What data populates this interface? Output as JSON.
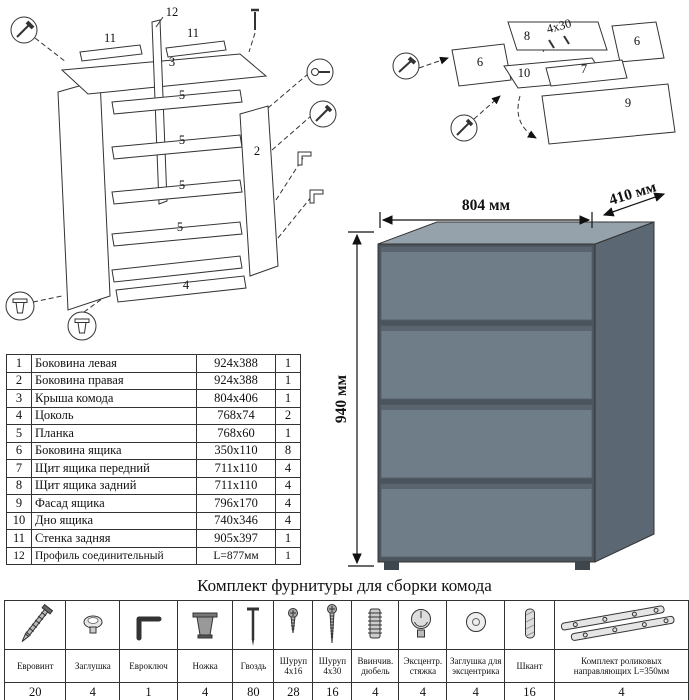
{
  "dimensions": {
    "width": "804 мм",
    "depth": "410 мм",
    "height": "940 мм"
  },
  "cabinet_diagram": {
    "labels": {
      "p12": "12",
      "p11a": "11",
      "p11b": "11",
      "p3": "3",
      "p5a": "5",
      "p5b": "5",
      "p5c": "5",
      "p5d": "5",
      "p2": "2",
      "p4": "4"
    }
  },
  "drawer_diagram": {
    "labels": {
      "p8": "8",
      "screw": "4x30",
      "p6a": "6",
      "p6b": "6",
      "p10": "10",
      "p7": "7",
      "p9": "9"
    }
  },
  "parts_table": {
    "rows": [
      {
        "num": "1",
        "name": "Боковина левая",
        "size": "924x388",
        "qty": "1"
      },
      {
        "num": "2",
        "name": "Боковина правая",
        "size": "924x388",
        "qty": "1"
      },
      {
        "num": "3",
        "name": "Крыша комода",
        "size": "804x406",
        "qty": "1"
      },
      {
        "num": "4",
        "name": "Цоколь",
        "size": "768x74",
        "qty": "2"
      },
      {
        "num": "5",
        "name": "Планка",
        "size": "768x60",
        "qty": "1"
      },
      {
        "num": "6",
        "name": "Боковина ящика",
        "size": "350x110",
        "qty": "8"
      },
      {
        "num": "7",
        "name": "Щит ящика передний",
        "size": "711x110",
        "qty": "4"
      },
      {
        "num": "8",
        "name": "Щит ящика задний",
        "size": "711x110",
        "qty": "4"
      },
      {
        "num": "9",
        "name": "Фасад ящика",
        "size": "796x170",
        "qty": "4"
      },
      {
        "num": "10",
        "name": "Дно ящика",
        "size": "740x346",
        "qty": "4"
      },
      {
        "num": "11",
        "name": "Стенка задняя",
        "size": "905x397",
        "qty": "1"
      },
      {
        "num": "12",
        "name": "Профиль соединительный",
        "size": "L=877мм",
        "qty": "1"
      }
    ]
  },
  "hardware": {
    "title": "Комплект фурнитуры для сборки комода",
    "items": [
      {
        "name": "Евровинт",
        "qty": "20",
        "icon": "confirmat-screw"
      },
      {
        "name": "Заглушка",
        "qty": "4",
        "icon": "cap-plug"
      },
      {
        "name": "Евроключ",
        "qty": "1",
        "icon": "hex-key"
      },
      {
        "name": "Ножка",
        "qty": "4",
        "icon": "furniture-leg"
      },
      {
        "name": "Гвоздь",
        "qty": "80",
        "icon": "nail"
      },
      {
        "name": "Шуруп 4x16",
        "qty": "28",
        "icon": "screw-4x16"
      },
      {
        "name": "Шуруп 4x30",
        "qty": "16",
        "icon": "screw-4x30"
      },
      {
        "name": "Ввинчив. дюбель",
        "qty": "4",
        "icon": "screw-in-dowel"
      },
      {
        "name": "Эксцентр. стяжка",
        "qty": "4",
        "icon": "cam-lock"
      },
      {
        "name": "Заглушка для эксцентрика",
        "qty": "4",
        "icon": "cam-cap"
      },
      {
        "name": "Шкант",
        "qty": "16",
        "icon": "wood-dowel"
      },
      {
        "name": "Комплект роликовых направляющих L=350мм",
        "qty": "4",
        "icon": "drawer-slides"
      }
    ]
  },
  "colors": {
    "line": "#333333",
    "dresser_front": "#6f7d89",
    "dresser_top": "#95a2ac",
    "dresser_side": "#5b6772",
    "dresser_gap": "#4b545c"
  }
}
